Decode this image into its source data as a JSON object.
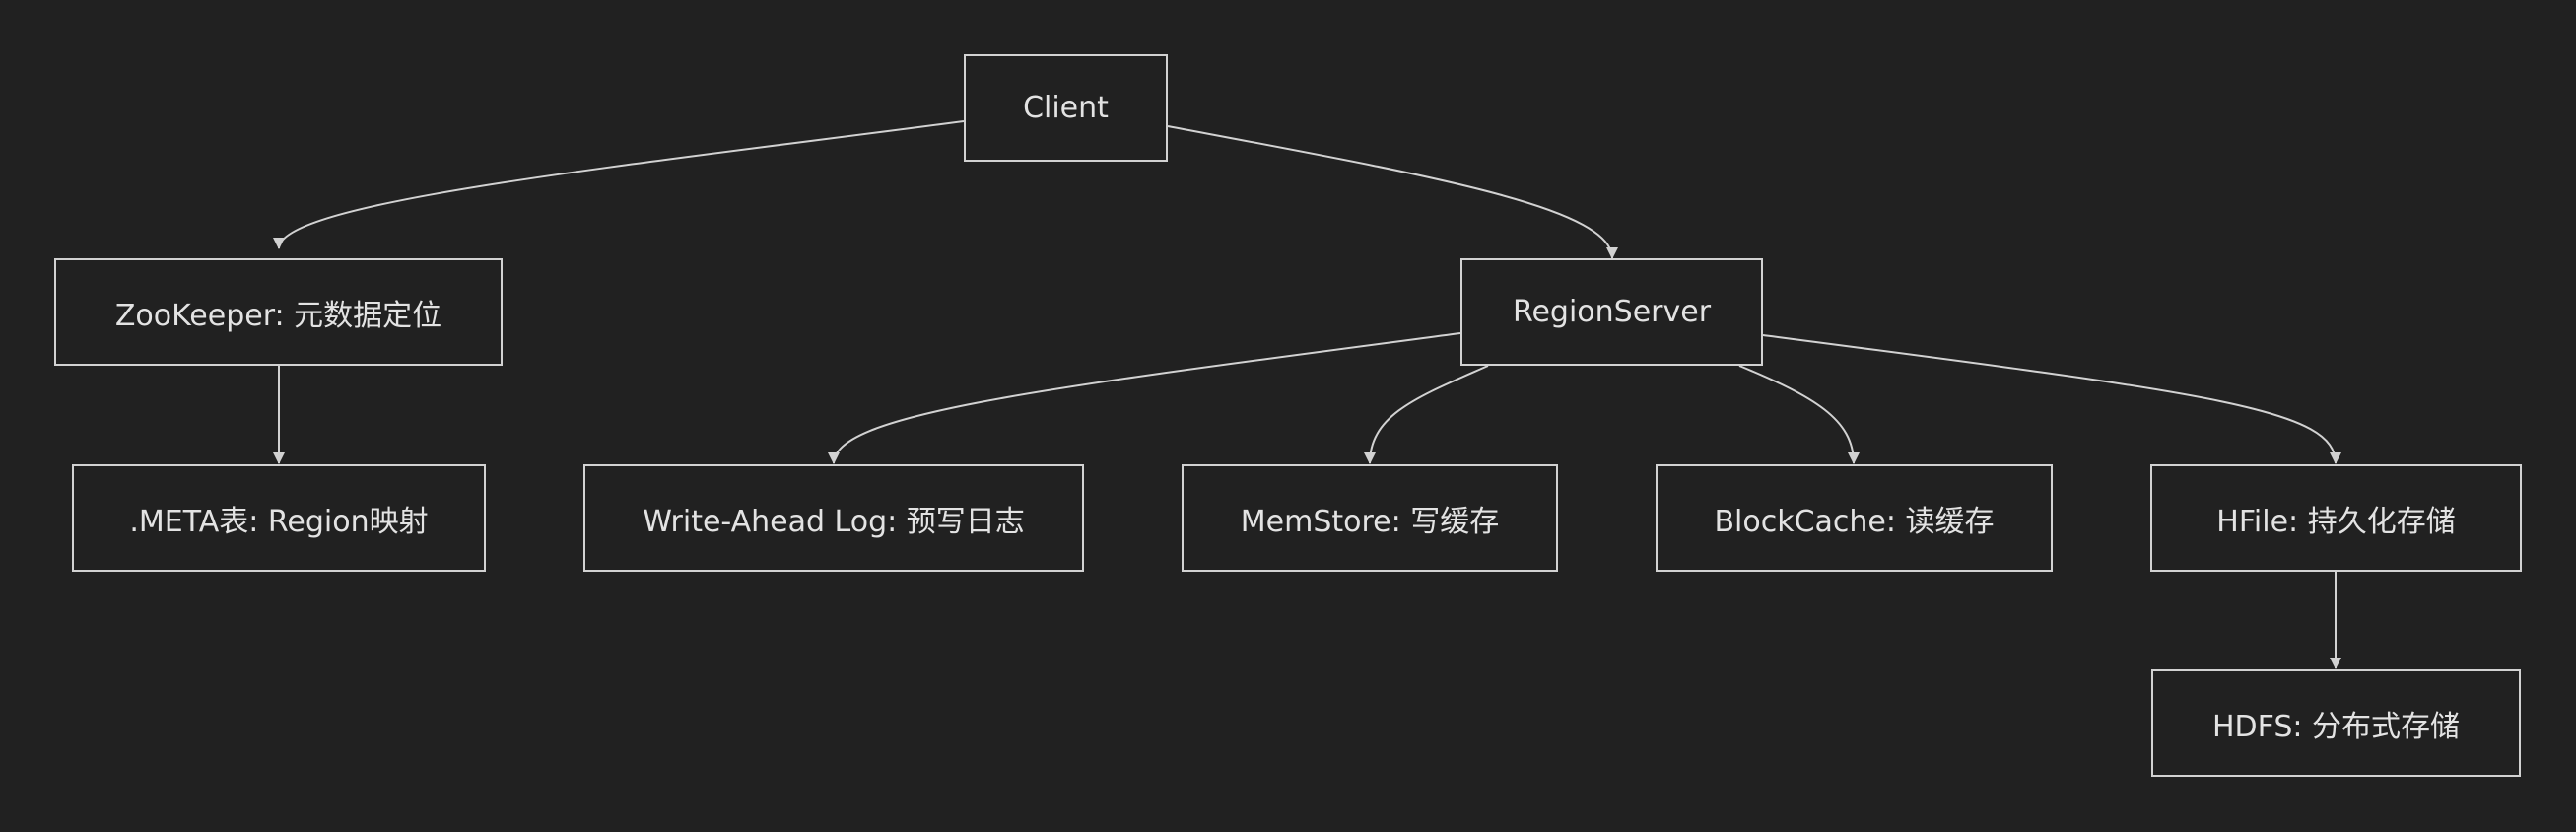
{
  "diagram": {
    "nodes": {
      "client": "Client",
      "zookeeper": "ZooKeeper: 元数据定位",
      "meta": ".META表: Region映射",
      "regionserver": "RegionServer",
      "wal": "Write-Ahead Log: 预写日志",
      "memstore": "MemStore: 写缓存",
      "blockcache": "BlockCache: 读缓存",
      "hfile": "HFile: 持久化存储",
      "hdfs": "HDFS: 分布式存储"
    },
    "edges": [
      {
        "from": "client",
        "to": "zookeeper"
      },
      {
        "from": "client",
        "to": "regionserver"
      },
      {
        "from": "zookeeper",
        "to": "meta"
      },
      {
        "from": "regionserver",
        "to": "wal"
      },
      {
        "from": "regionserver",
        "to": "memstore"
      },
      {
        "from": "regionserver",
        "to": "blockcache"
      },
      {
        "from": "regionserver",
        "to": "hfile"
      },
      {
        "from": "hfile",
        "to": "hdfs"
      }
    ]
  },
  "colors": {
    "background": "#212121",
    "line": "#d2d2d2",
    "text": "#e3e3e3"
  }
}
